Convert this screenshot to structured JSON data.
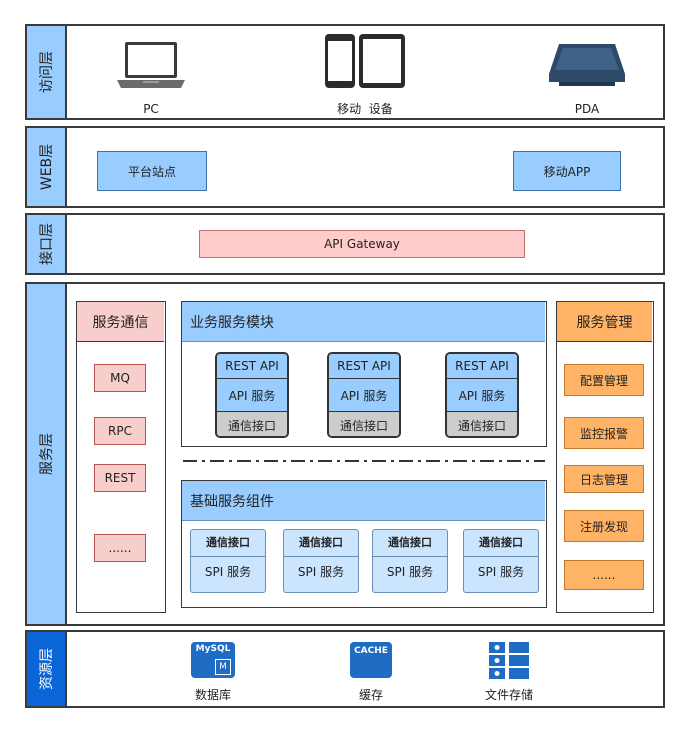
{
  "layers": {
    "access": {
      "label": "访问层",
      "pc": "PC",
      "mobile": "移动  设备",
      "pda": "PDA"
    },
    "web": {
      "label": "WEB层",
      "platform": "平台站点",
      "mobile_app": "移动APP"
    },
    "interface": {
      "label": "接口层",
      "gateway": "API Gateway"
    },
    "service": {
      "label": "服务层",
      "comm": {
        "title": "服务通信",
        "items": [
          "MQ",
          "RPC",
          "REST",
          "......"
        ]
      },
      "business": {
        "title": "业务服务模块",
        "groups": [
          {
            "rest": "REST API",
            "api": "API 服务",
            "comm": "通信接口"
          },
          {
            "rest": "REST API",
            "api": "API 服务",
            "comm": "通信接口"
          },
          {
            "rest": "REST API",
            "api": "API 服务",
            "comm": "通信接口"
          }
        ]
      },
      "base": {
        "title": "基础服务组件",
        "groups": [
          {
            "comm": "通信接口",
            "spi": "SPI 服务"
          },
          {
            "comm": "通信接口",
            "spi": "SPI 服务"
          },
          {
            "comm": "通信接口",
            "spi": "SPI 服务"
          },
          {
            "comm": "通信接口",
            "spi": "SPI 服务"
          }
        ]
      },
      "mgmt": {
        "title": "服务管理",
        "items": [
          "配置管理",
          "监控报警",
          "日志管理",
          "注册发现",
          "......"
        ]
      }
    },
    "resource": {
      "label": "资源层",
      "db": "数据库",
      "db_icon_text": "MySQL",
      "db_icon_sub": "M",
      "cache": "缓存",
      "cache_icon_text": "CACHE",
      "storage": "文件存储"
    }
  },
  "colors": {
    "label_blue": "#99ccff",
    "label_dark": "#0a66d6",
    "orange": "#ffb366",
    "pink": "#ffcccc"
  }
}
